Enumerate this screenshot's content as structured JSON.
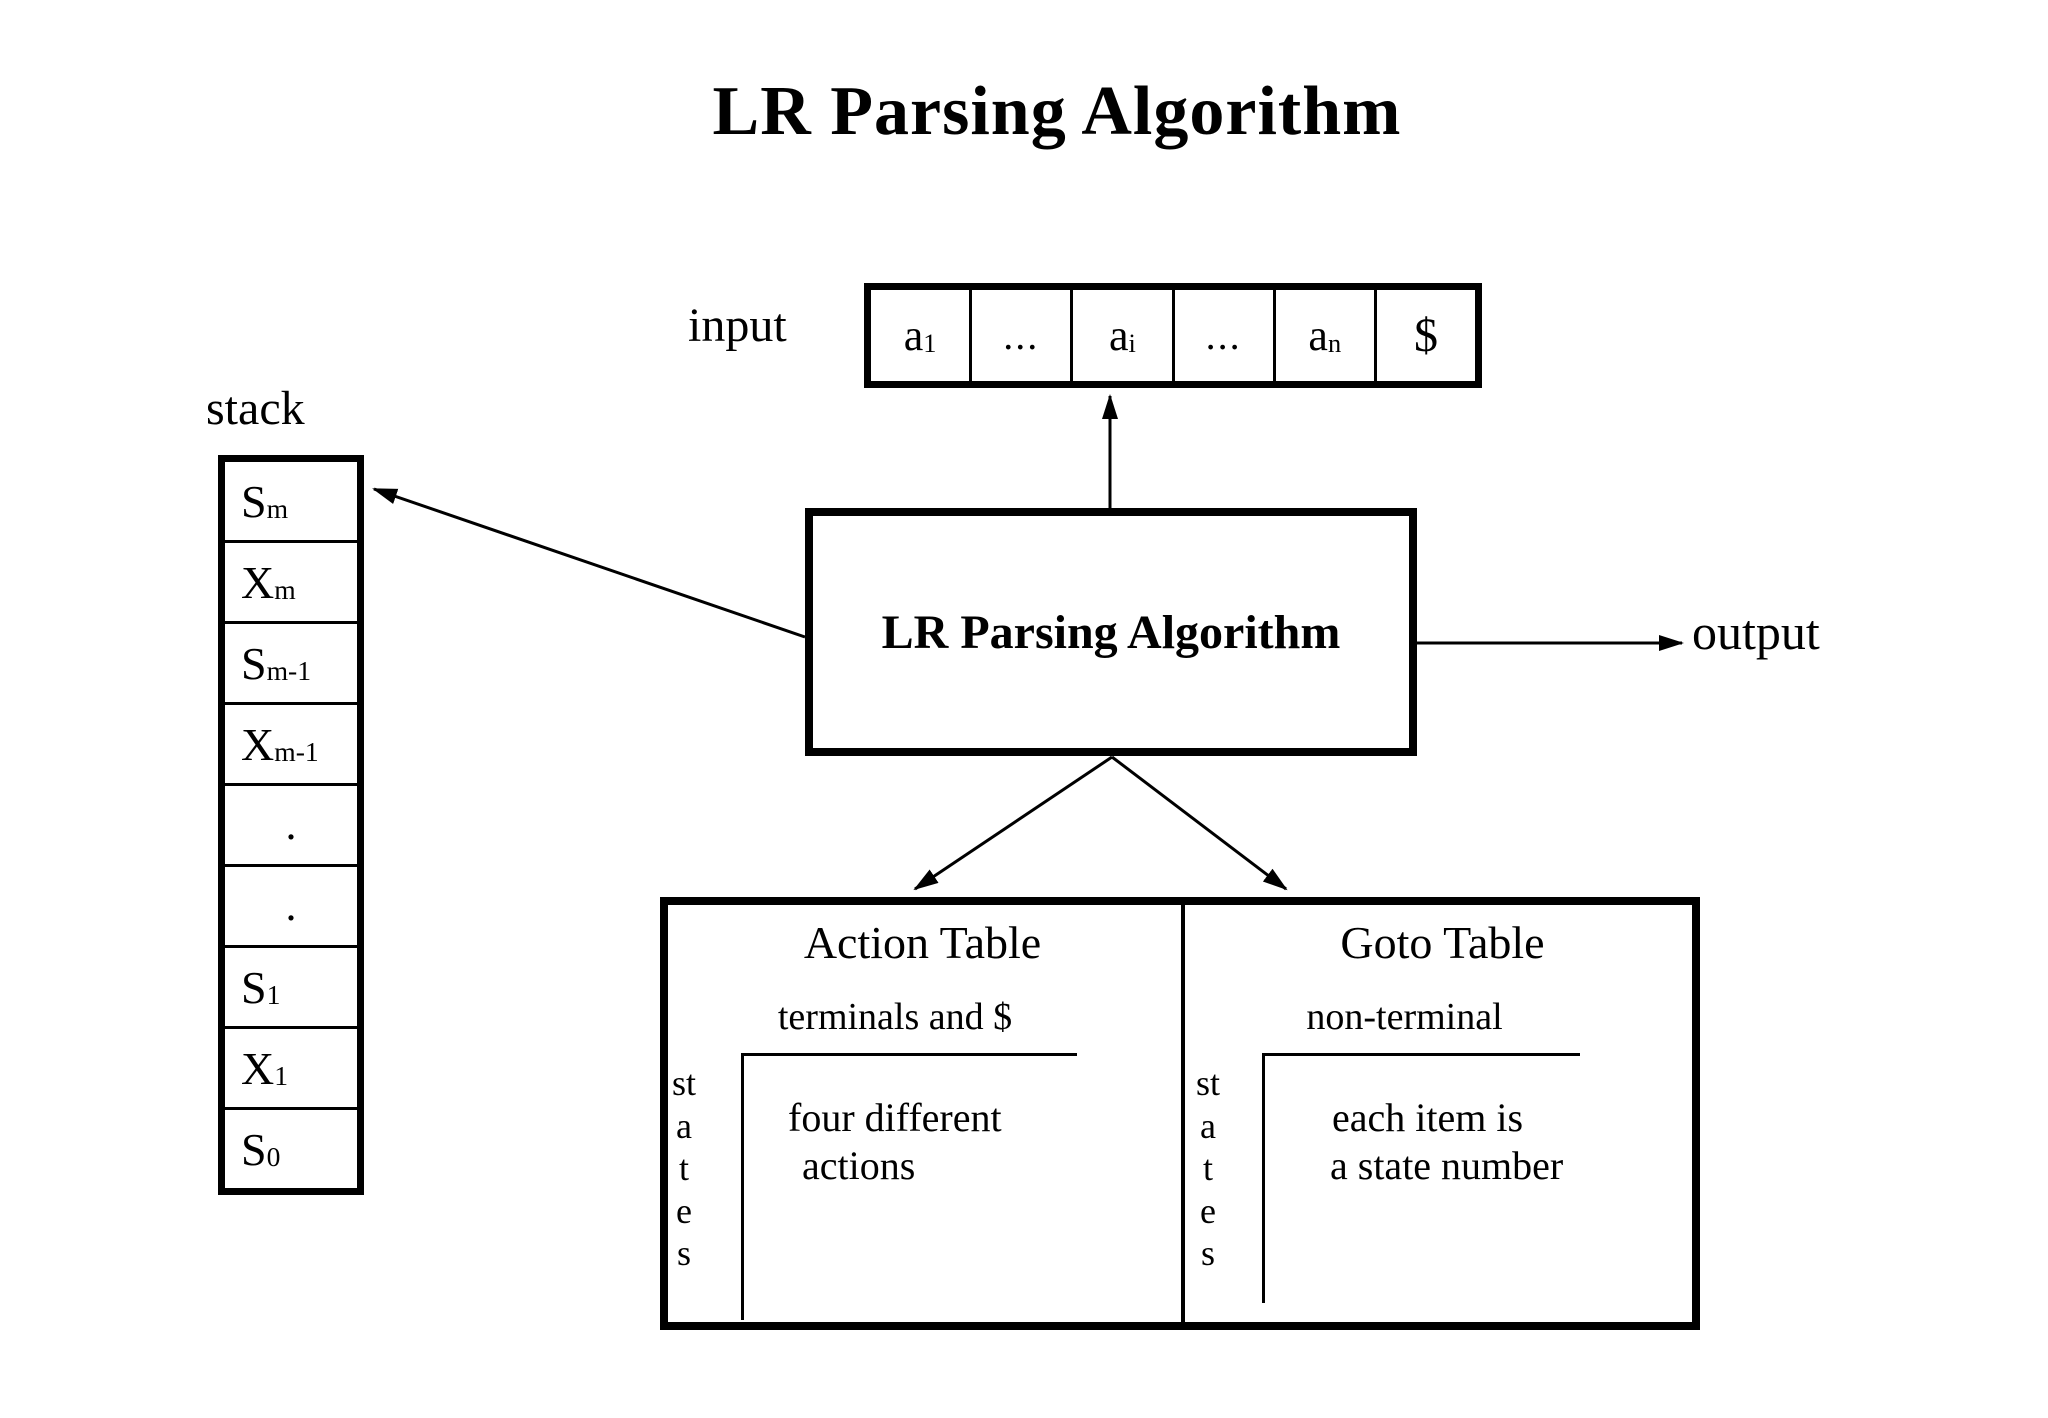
{
  "page": {
    "title": "LR Parsing Algorithm"
  },
  "input_tape": {
    "label": "input",
    "cells": [
      {
        "base": "a",
        "sub": "1"
      },
      {
        "base": "...",
        "sub": ""
      },
      {
        "base": "a",
        "sub": "i"
      },
      {
        "base": "...",
        "sub": ""
      },
      {
        "base": "a",
        "sub": "n"
      },
      {
        "base": "$",
        "sub": ""
      }
    ]
  },
  "stack": {
    "label": "stack",
    "cells": [
      {
        "base": "S",
        "sub": "m"
      },
      {
        "base": "X",
        "sub": "m"
      },
      {
        "base": "S",
        "sub": "m-1"
      },
      {
        "base": "X",
        "sub": "m-1"
      },
      {
        "base": ".",
        "sub": ""
      },
      {
        "base": ".",
        "sub": ""
      },
      {
        "base": "S",
        "sub": "1"
      },
      {
        "base": "X",
        "sub": "1"
      },
      {
        "base": "S",
        "sub": "0"
      }
    ]
  },
  "parser": {
    "label": "LR Parsing Algorithm"
  },
  "output": {
    "label": "output"
  },
  "action_table": {
    "title": "Action Table",
    "columns_label": "terminals and $",
    "rows_label": "states",
    "note_line1": "four different",
    "note_line2": "actions"
  },
  "goto_table": {
    "title": "Goto Table",
    "columns_label": "non-terminal",
    "rows_label": "states",
    "note_line1": "each item is",
    "note_line2": "a state number"
  },
  "colors": {
    "ink": "#000000",
    "paper": "#ffffff"
  }
}
